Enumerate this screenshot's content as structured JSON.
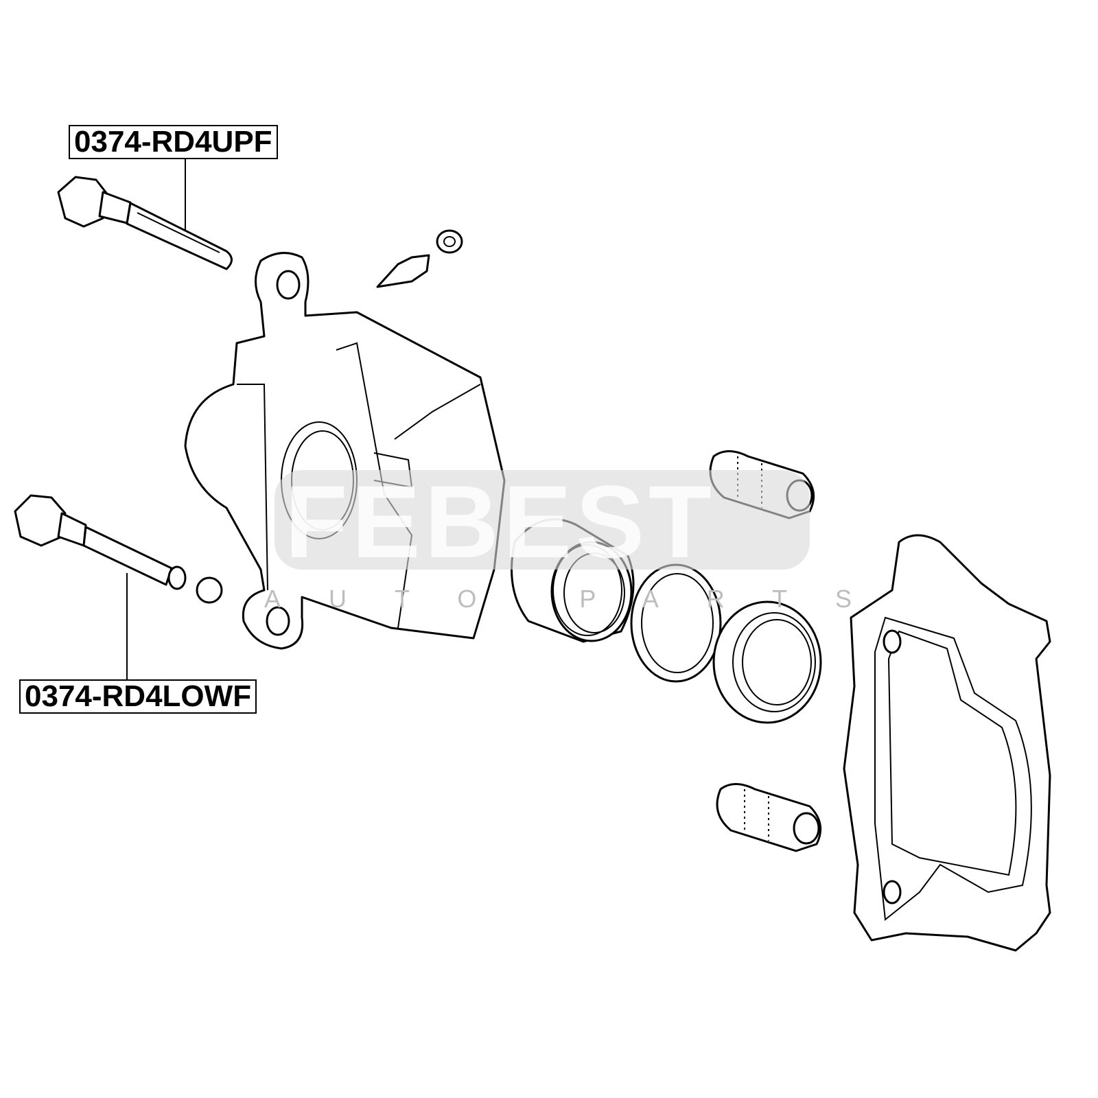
{
  "labels": {
    "upper_pin": "0374-RD4UPF",
    "lower_pin": "0374-RD4LOWF"
  },
  "watermark": {
    "brand": "FEBEST",
    "tagline": "AUTO PARTS"
  }
}
